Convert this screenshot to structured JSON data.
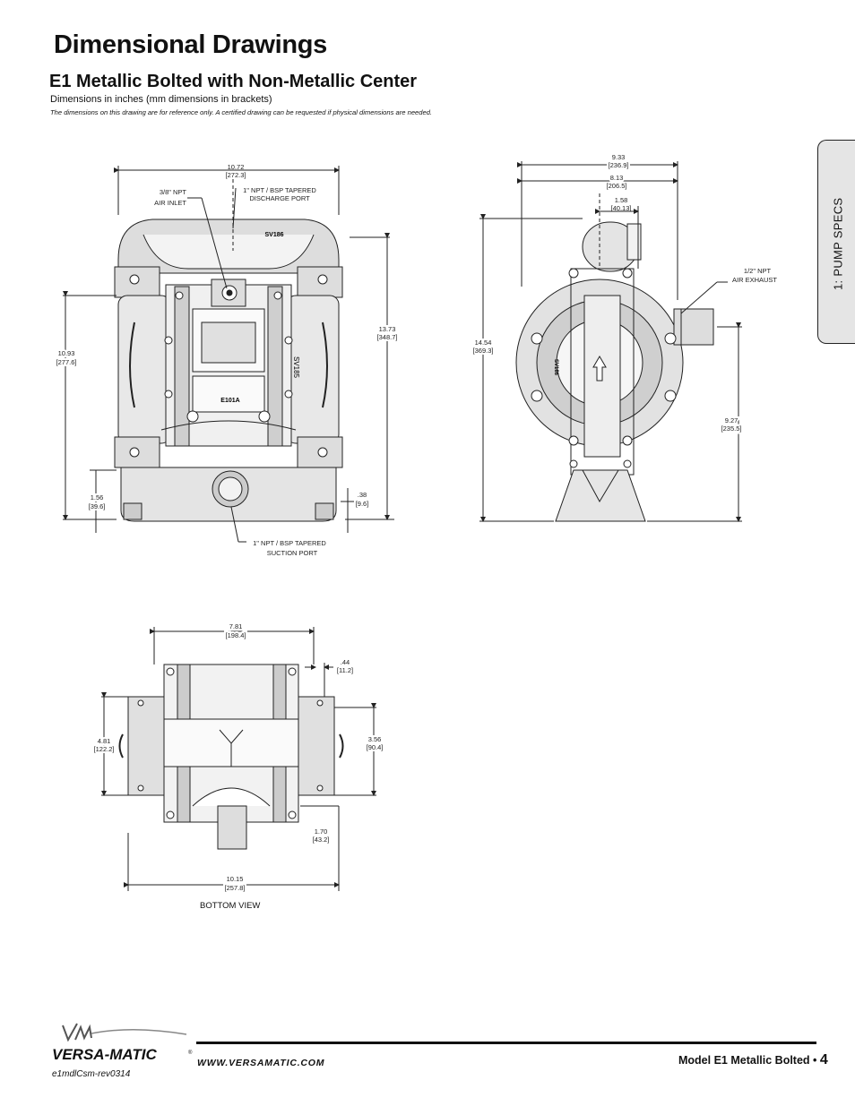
{
  "header": {
    "title": "Dimensional Drawings",
    "subtitle": "E1 Metallic Bolted with Non-Metallic Center",
    "units_note": "Dimensions in inches (mm dimensions in brackets)",
    "disclaimer": "The dimensions on this drawing are for reference only.  A certified drawing can be requested if physical dimensions are needed."
  },
  "side_tab": {
    "label": "1: PUMP SPECS"
  },
  "front_view": {
    "width_dim": [
      "10.72",
      "[272.3]"
    ],
    "air_inlet": [
      "3/8\" NPT",
      "AIR INLET"
    ],
    "discharge_port": [
      "1\" NPT / BSP TAPERED",
      "DISCHARGE PORT"
    ],
    "height_dim": [
      "13.73",
      "[348.7]"
    ],
    "left_height_dim": [
      "10.93",
      "[277.6]"
    ],
    "base_dim": [
      "1.56",
      "[39.6]"
    ],
    "foot_dim": [
      ".38",
      "[9.6]"
    ],
    "suction_port": [
      "1\" NPT / BSP TAPERED",
      "SUCTION PORT"
    ],
    "center_markings": [
      "SV186",
      "SV185",
      "E101A"
    ]
  },
  "side_view": {
    "width_dim": [
      "9.33",
      "[236.9]"
    ],
    "width2_dim": [
      "8.13",
      "[206.5]"
    ],
    "offset_dim": [
      "1.58",
      "[40.13]"
    ],
    "air_exhaust": [
      "1/2\" NPT",
      "AIR EXHAUST"
    ],
    "height_dim": [
      "14.54",
      "[369.3]"
    ],
    "exhaust_height_dim": [
      "9.27",
      "[235.5]"
    ],
    "marking": "SV186"
  },
  "bottom_view": {
    "width_dim": [
      "7.81",
      "[198.4]"
    ],
    "flange_dim": [
      ".44",
      "[11.2]"
    ],
    "left_dim": [
      "4.81",
      "[122.2]"
    ],
    "right_dim": [
      "3.56",
      "[90.4]"
    ],
    "port_dim": [
      "1.70",
      "[43.2]"
    ],
    "overall_dim": [
      "10.15",
      "[257.8]"
    ],
    "caption": "BOTTOM VIEW"
  },
  "footer": {
    "logo_text": "VERSA-MATIC",
    "url": "WWW.VERSAMATIC.COM",
    "doc_code": "e1mdlCsm-rev0314",
    "model": "Model E1 Metallic Bolted •",
    "page": "4"
  }
}
